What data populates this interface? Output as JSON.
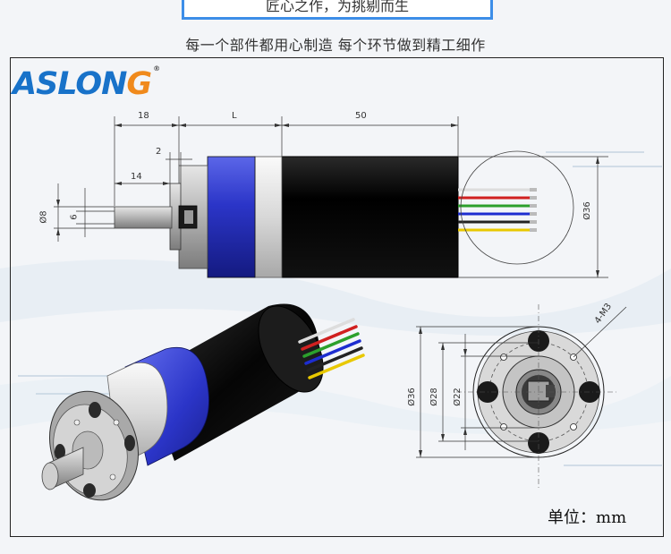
{
  "banner_text": "匠心之作，为挑剔而生",
  "subtitle": "每一个部件都用心制造 每个环节做到精工细作",
  "logo": {
    "main": "ASLON",
    "accent": "G",
    "reg": "®"
  },
  "colors": {
    "logo_blue": "#1872c9",
    "logo_orange": "#f08a1c",
    "ring_blue": "#2b35c8",
    "frame": "#222222",
    "banner_border": "#3d8ee8"
  },
  "side_view_dims": {
    "d1": "18",
    "d2": "L",
    "d3": "50",
    "d4": "2",
    "d5": "14",
    "shaft_dia": "Ø8",
    "flat": "6",
    "body_dia": "Ø36"
  },
  "front_view_dims": {
    "outer": "Ø36",
    "pcd": "Ø28",
    "boss": "Ø22",
    "holes": "4-M3"
  },
  "unit_label": "单位：mm"
}
